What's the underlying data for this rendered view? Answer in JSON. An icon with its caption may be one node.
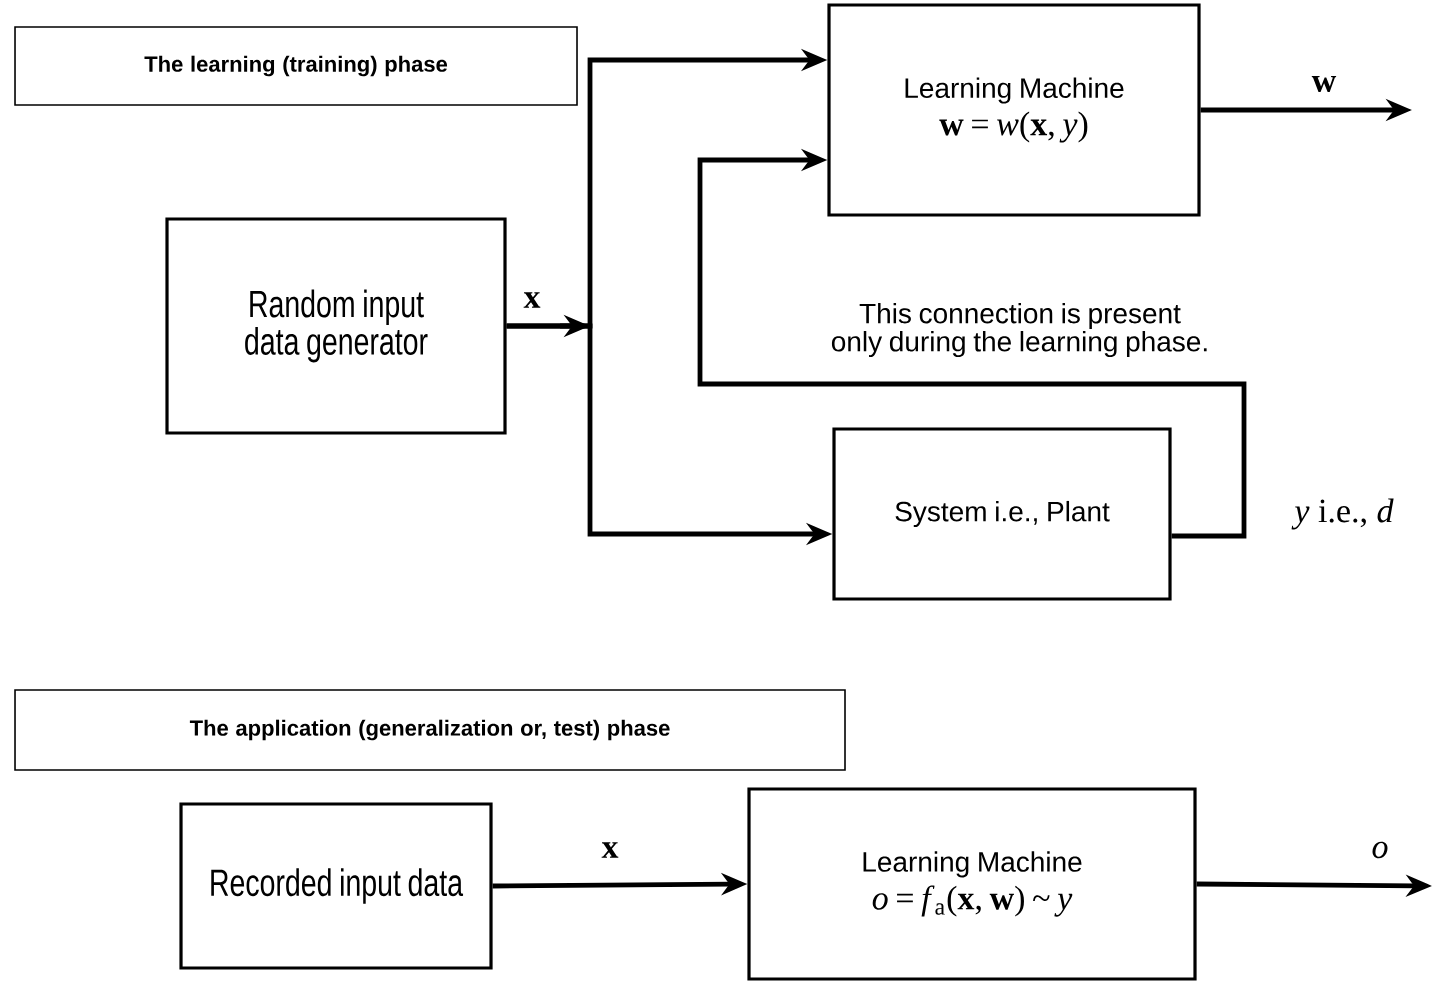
{
  "diagram": {
    "nodes": [
      {
        "text": [
          "The learning (training) phase"
        ]
      },
      {
        "text": [
          "Random input data generator"
        ]
      },
      {
        "text": [
          "Learning Machine",
          "**w** = *w*(**x**, *y*)"
        ]
      },
      {
        "text": [
          "System i.e., Plant"
        ]
      },
      {
        "text": [
          "The application (generalization or, test) phase"
        ]
      },
      {
        "text": [
          "Recorded input data"
        ]
      },
      {
        "text": [
          "Learning Machine",
          "*o* = *f*$_{a}$(**x**, **w**) ~ *y*"
        ]
      }
    ],
    "edges": [
      {
        "from": 1,
        "to": 2,
        "arrow": "to",
        "label": "**x**"
      },
      {
        "from": 1,
        "to": 3,
        "arrow": "to"
      },
      {
        "from": 3,
        "to": 2,
        "arrow": "to",
        "label": "*y* i.e., *d*"
      },
      {
        "from": 2,
        "to": null,
        "arrow": "to",
        "label": "**w**"
      },
      {
        "from": 5,
        "to": 6,
        "arrow": "to",
        "label": "**x**"
      },
      {
        "from": 6,
        "to": null,
        "arrow": "to",
        "label": "*o*"
      }
    ],
    "labels": [
      "This connection is present only during the learning phase."
    ]
  }
}
